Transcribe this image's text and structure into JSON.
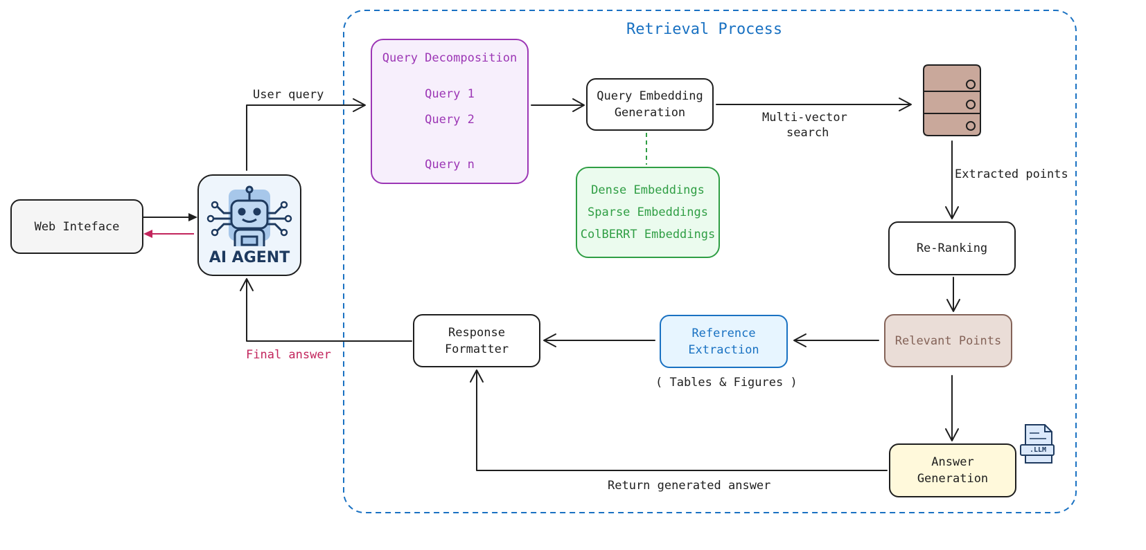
{
  "region": {
    "title": "Retrieval Process"
  },
  "nodes": {
    "web_interface": "Web Inteface",
    "ai_agent": "AI AGENT",
    "query_decomposition": {
      "title": "Query Decomposition",
      "queries": [
        "Query 1",
        "Query 2",
        "Query n"
      ]
    },
    "query_embedding": {
      "line1": "Query Embedding",
      "line2": "Generation"
    },
    "embeddings": [
      "Dense Embeddings",
      "Sparse Embeddings",
      "ColBERRT Embeddings"
    ],
    "re_ranking": "Re-Ranking",
    "relevant_points": "Relevant Points",
    "answer_generation": {
      "line1": "Answer",
      "line2": "Generation"
    },
    "reference_extraction": {
      "line1": "Reference",
      "line2": "Extraction"
    },
    "response_formatter": {
      "line1": "Response",
      "line2": "Formatter"
    },
    "llm_file_label": ".LLM"
  },
  "edges": {
    "user_query": "User query",
    "multi_vector_1": "Multi-vector",
    "multi_vector_2": "search",
    "extracted_points": "Extracted points",
    "tables_figures": "( Tables & Figures )",
    "return_answer": "Return generated answer",
    "final_answer": "Final answer"
  },
  "colors": {
    "region_border": "#1971c2",
    "decomposition": "#9c36b5",
    "embeddings": "#2f9e44",
    "reference": "#1971c2",
    "relevant": "#846358",
    "final_answer": "#c2255c",
    "answer_generation_fill": "#fff9db",
    "database_fill": "#c9a89b"
  }
}
